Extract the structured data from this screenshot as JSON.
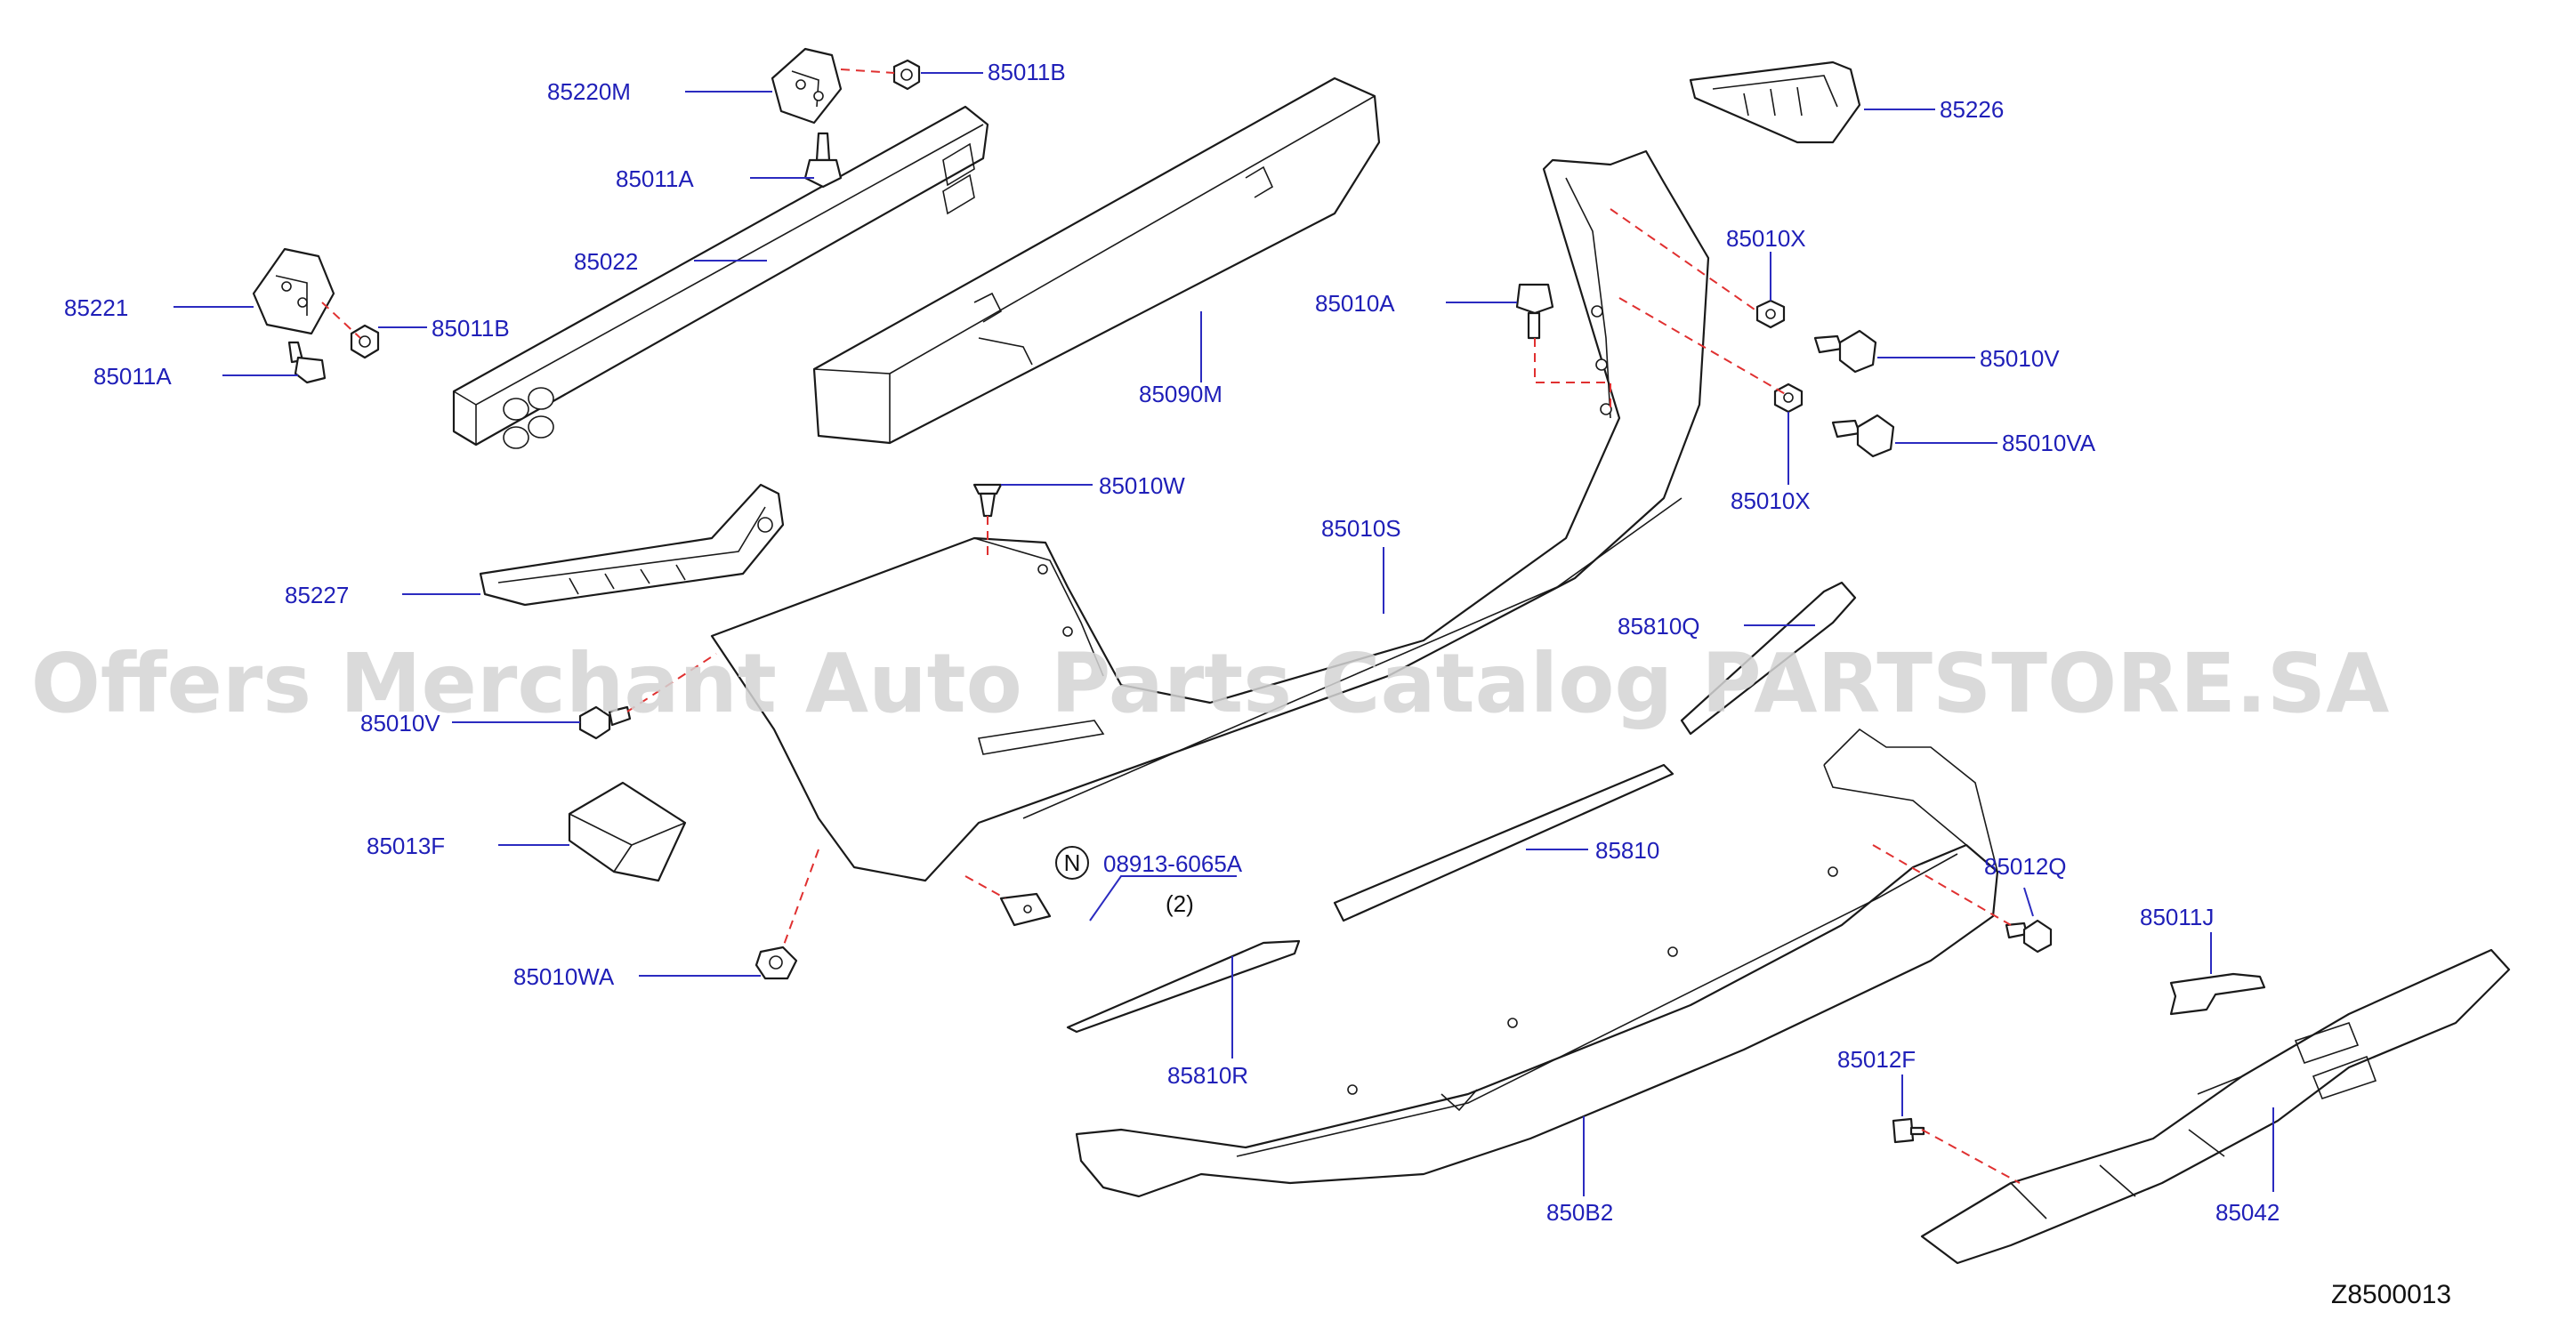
{
  "watermark": "Offers Merchant Auto Parts Catalog PARTSTORE.SA",
  "diagram_code": "Z8500013",
  "notice_symbol": "N",
  "quantity_note": "(2)",
  "labels": {
    "p85220M": "85220M",
    "p85011B_top": "85011B",
    "p85011A_top": "85011A",
    "p85022": "85022",
    "p85221": "85221",
    "p85011B_left": "85011B",
    "p85011A_left": "85011A",
    "p85090M": "85090M",
    "p85226": "85226",
    "p85010X_top": "85010X",
    "p85010A": "85010A",
    "p85010V_right": "85010V",
    "p85010VA": "85010VA",
    "p85010X_bottom": "85010X",
    "p85010W": "85010W",
    "p85010S": "85010S",
    "p85227": "85227",
    "p85810Q": "85810Q",
    "p85010V_left": "85010V",
    "p85013F": "85013F",
    "p85810": "85810",
    "p08913": "08913-6065A",
    "p85012Q": "85012Q",
    "p85010WA": "85010WA",
    "p85011J": "85011J",
    "p85810R": "85810R",
    "p85012F": "85012F",
    "p850B2": "850B2",
    "p85042": "85042"
  }
}
